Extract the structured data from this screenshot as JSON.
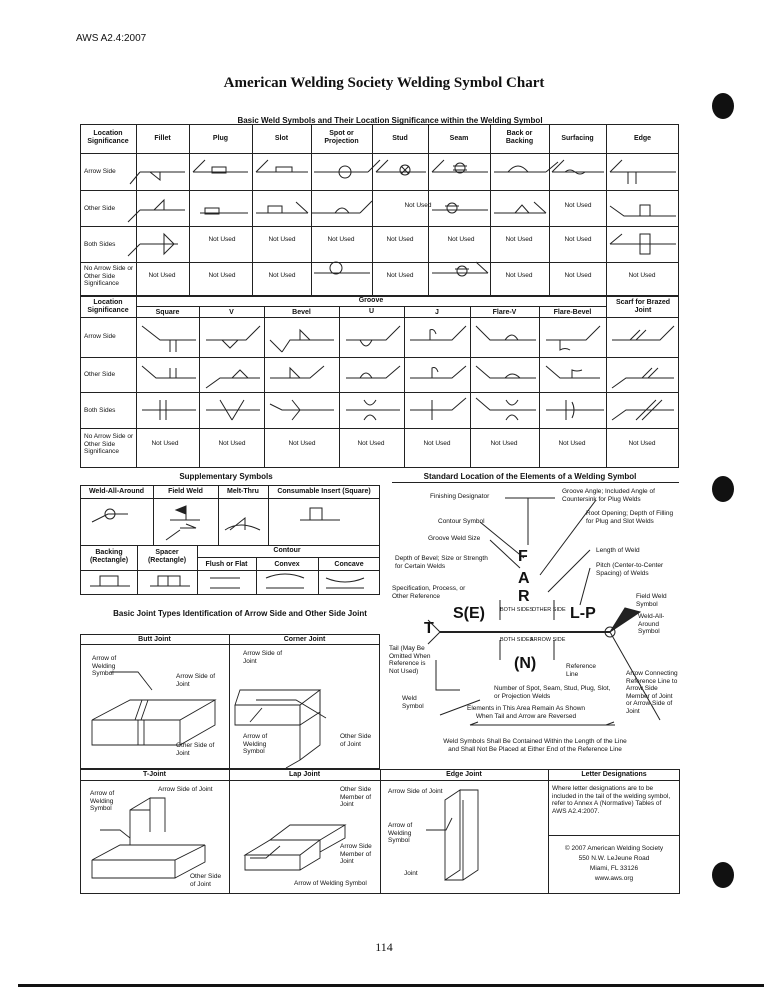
{
  "header": {
    "code": "AWS A2.4:2007"
  },
  "title": "American Welding Society Welding Symbol Chart",
  "basic": {
    "title": "Basic Weld Symbols and Their Location Significance within the Welding Symbol",
    "loc_header": "Location Significance",
    "columns": [
      "Fillet",
      "Plug",
      "Slot",
      "Spot or Projection",
      "Stud",
      "Seam",
      "Back or Backing",
      "Surfacing",
      "Edge"
    ],
    "rows": [
      "Arrow Side",
      "Other Side",
      "Both Sides",
      "No Arrow Side or Other Side Significance"
    ],
    "not_used": "Not Used"
  },
  "groove": {
    "loc_header": "Location Significance",
    "group": "Groove",
    "columns": [
      "Square",
      "V",
      "Bevel",
      "U",
      "J",
      "Flare-V",
      "Flare-Bevel",
      "Scarf for Brazed Joint"
    ],
    "rows": [
      "Arrow Side",
      "Other Side",
      "Both Sides",
      "No Arrow Side or Other Side Significance"
    ]
  },
  "supplementary": {
    "title": "Supplementary Symbols",
    "cols1": [
      "Weld-All-Around",
      "Field Weld",
      "Melt-Thru",
      "Consumable Insert (Square)"
    ],
    "cols2": [
      "Backing (Rectangle)",
      "Spacer (Rectangle)",
      "Flush or Flat",
      "Convex",
      "Concave"
    ],
    "contour": "Contour"
  },
  "standard": {
    "title": "Standard Location of the Elements of a Welding Symbol",
    "labels": {
      "finishing": "Finishing Designator",
      "contour": "Contour Symbol",
      "groove_size": "Groove Weld Size",
      "depth": "Depth of Bevel; Size or Strength for Certain Welds",
      "spec": "Specification, Process, or Other Reference",
      "tail": "Tail (May Be Omitted When Reference is Not Used)",
      "weld_symbol": "Weld Symbol",
      "groove_angle": "Groove Angle; Included Angle of Countersink for Plug Welds",
      "root": "Root Opening; Depth of Filling for Plug and Slot Welds",
      "length": "Length of Weld",
      "pitch": "Pitch (Center-to-Center Spacing) of Welds",
      "field": "Field Weld Symbol",
      "all_around": "Weld-All-Around Symbol",
      "ref_line": "Reference Line",
      "arrow": "Arrow Connecting Reference Line to Arrow Side Member of Joint or Arrow Side of Joint",
      "number": "Number of Spot, Seam, Stud, Plug, Slot, or Projection Welds",
      "elements": "Elements in This Area Remain As Shown When Tail and Arrow are Reversed",
      "note": "Weld Symbols Shall Be Contained Within the Length of the Line and Shall Not Be Placed at Either End of the Reference Line",
      "both_other": "BOTH SIDES",
      "other_side": "OTHER SIDE",
      "arrow_side": "ARROW SIDE"
    },
    "letters": {
      "F": "F",
      "A": "A",
      "R": "R",
      "S": "S(E)",
      "T": "T",
      "L": "L-P",
      "N": "(N)"
    }
  },
  "joints": {
    "title": "Basic Joint Types Identification of Arrow Side and Other Side Joint",
    "butt": "Butt Joint",
    "corner": "Corner Joint",
    "tjoint": "T-Joint",
    "lap": "Lap Joint",
    "edge": "Edge Joint",
    "letters_title": "Letter Designations",
    "labels": {
      "arrow_welding": "Arrow of Welding Symbol",
      "arrow_side_joint": "Arrow Side of Joint",
      "other_side_joint": "Other Side of Joint",
      "arrow_side": "Arrow Side",
      "other_side_member": "Other Side Member of Joint",
      "arrow_side_member": "Arrow Side Member of Joint",
      "joint": "Joint",
      "other": "Other Side of Joint"
    },
    "letters_text": "Where letter designations are to be included in the tail of the welding symbol, refer to Annex A (Normative) Tables of AWS A2.4:2007.",
    "copyright": [
      "© 2007 American Welding Society",
      "550 N.W. LeJeune Road",
      "Miami, FL 33126",
      "www.aws.org"
    ]
  },
  "page_number": "114"
}
